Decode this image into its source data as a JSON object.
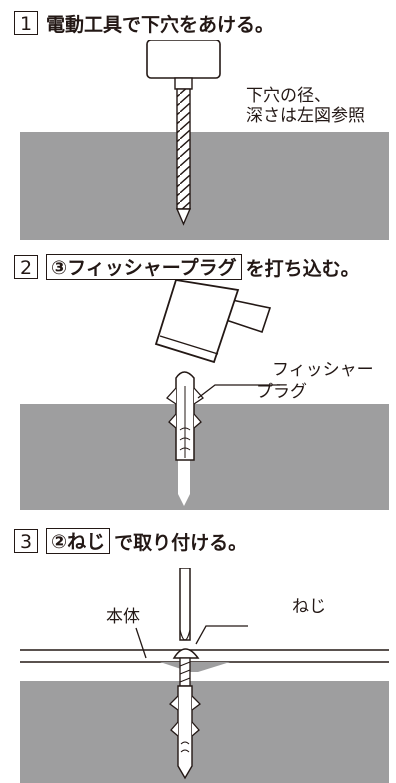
{
  "steps": [
    {
      "number": "1",
      "text": "電動工具で下穴をあける。",
      "callout_line1": "下穴の径、",
      "callout_line2": "深さは左図参照"
    },
    {
      "number": "2",
      "part": "③フィッシャープラグ",
      "text": "を打ち込む。",
      "callout_line1": "フィッシャー",
      "callout_line2": "プラグ"
    },
    {
      "number": "3",
      "part": "②ねじ",
      "text": "で取り付ける。",
      "callout_screw": "ねじ",
      "callout_body": "本体"
    }
  ],
  "colors": {
    "wall": "#9e9e9f",
    "line": "#231815",
    "background": "#ffffff"
  },
  "icons": [
    "drill-bit-icon",
    "hammer-icon",
    "screwdriver-icon",
    "wall-plug-icon",
    "screw-icon"
  ]
}
